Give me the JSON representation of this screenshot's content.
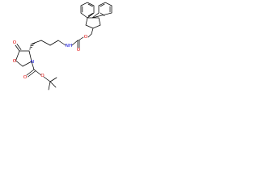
{
  "molecule": {
    "atoms": {
      "ring_o_label": "O",
      "carbonyl_o_label": "O",
      "ring_n_label": "N",
      "boc_o_carbonyl_label": "O",
      "boc_o_ester_label": "O",
      "nh_label": "NH",
      "fmoc_o_ester_label": "O",
      "fmoc_o_carbonyl_label": "O"
    },
    "colors": {
      "bond": "#000000",
      "oxygen": "#e00000",
      "nitrogen": "#0000dd"
    }
  }
}
